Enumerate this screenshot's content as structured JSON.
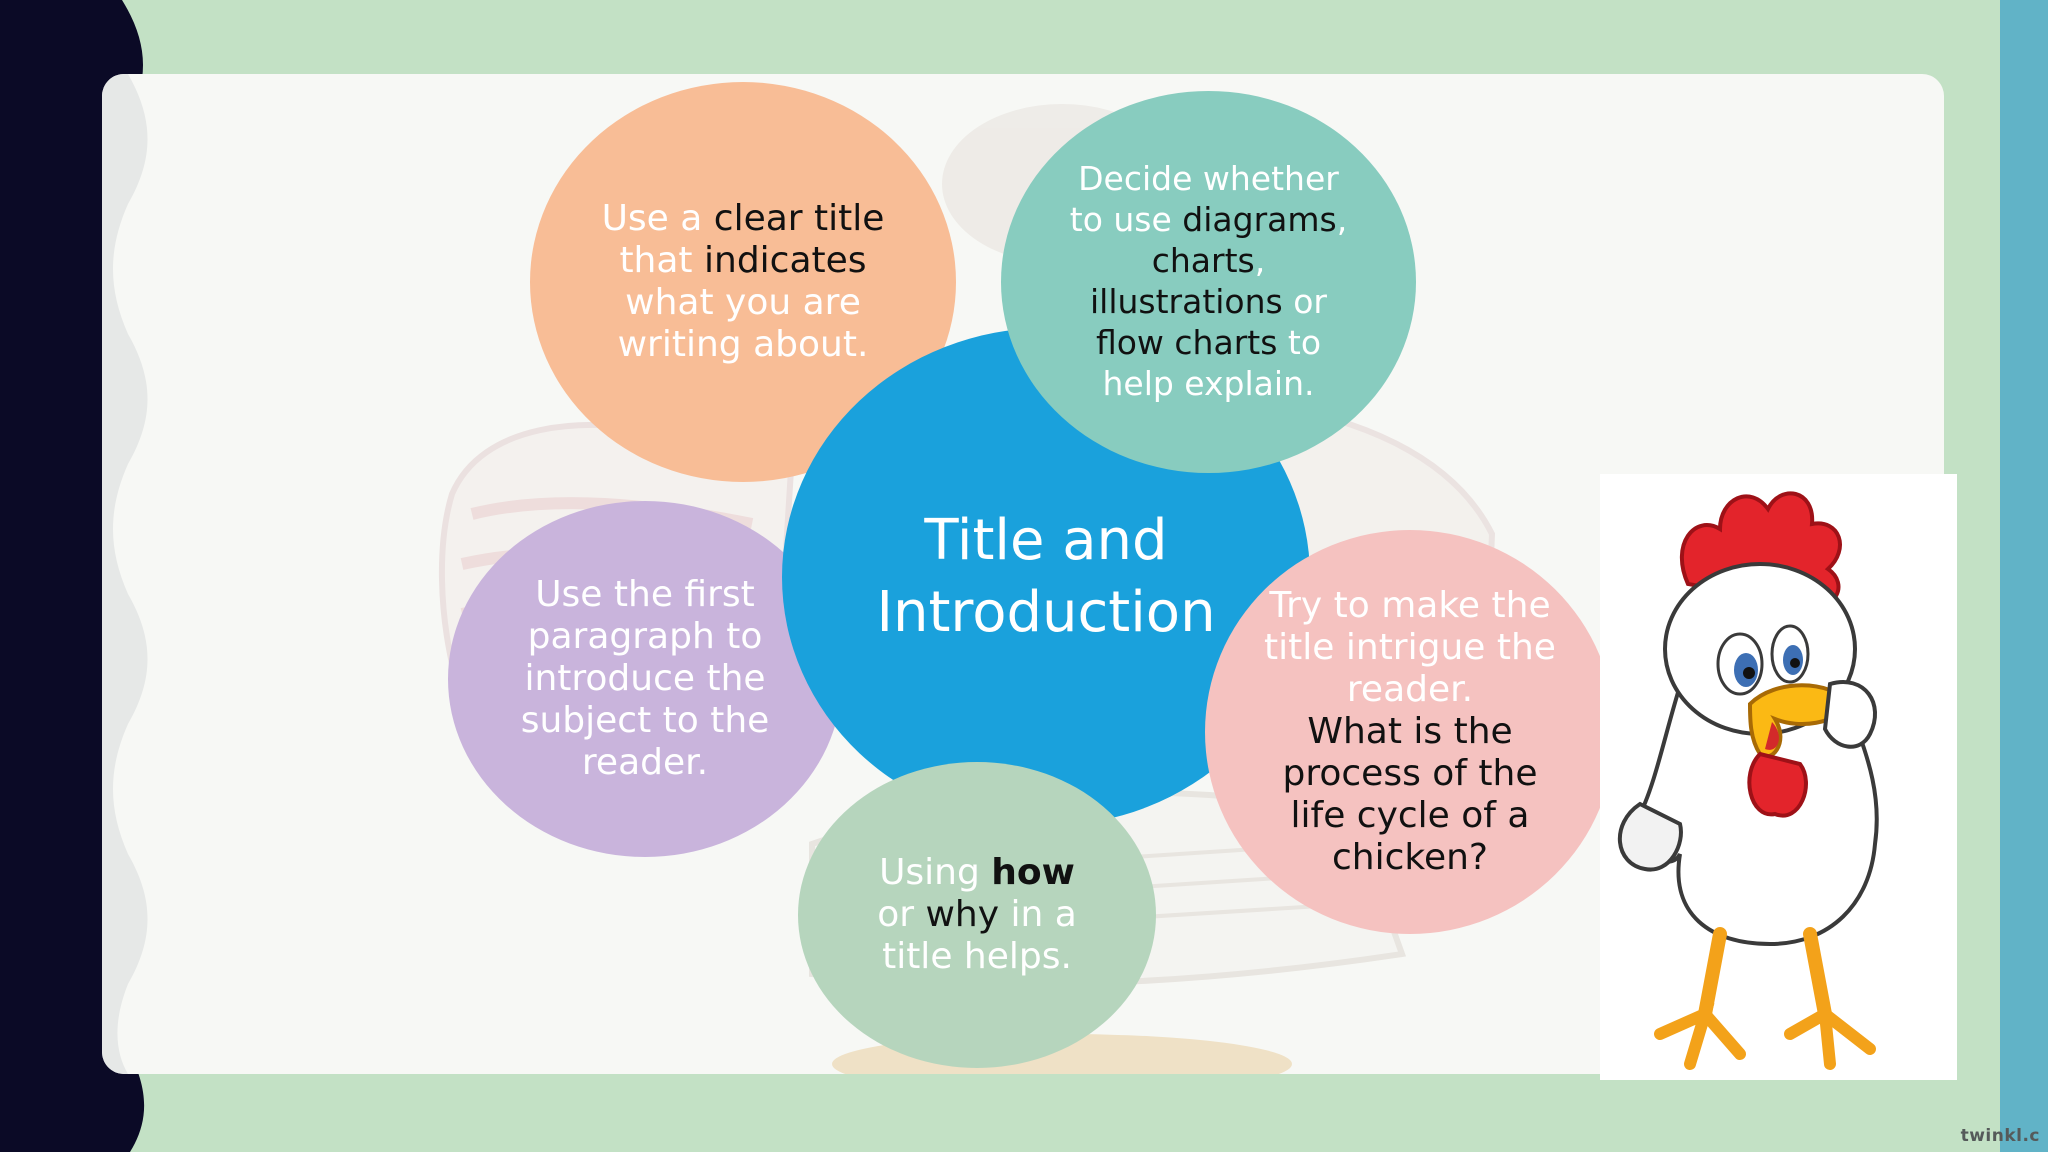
{
  "slide": {
    "center": {
      "line1": "Title and",
      "line2": "Introduction"
    },
    "bubble_orange": {
      "t1": "Use a ",
      "t2": "clear title",
      "t3": "that ",
      "t4": "indicates",
      "t5": "what you are",
      "t6": "writing about."
    },
    "bubble_teal": {
      "t1": "Decide whether",
      "t2": "to use ",
      "t3": "diagrams",
      "t4": ",",
      "t5": "charts",
      "t6": ",",
      "t7": "illustrations",
      "t8": " or",
      "t9": "flow charts",
      "t10": " to",
      "t11": "help explain."
    },
    "bubble_purple": {
      "t1": "Use the first",
      "t2": "paragraph to",
      "t3": "introduce the",
      "t4": "subject to the",
      "t5": "reader."
    },
    "bubble_sage": {
      "t1": "Using ",
      "t2": "how",
      "t3": "or ",
      "t4": "why",
      "t5": " in a",
      "t6": "title helps."
    },
    "bubble_pink": {
      "t1": "Try to make the",
      "t2": "title intrigue the",
      "t3": "reader.",
      "t4": "What is the",
      "t5": "process of the",
      "t6": "life cycle of a",
      "t7": "chicken?"
    },
    "watermark": "twinkl.c"
  },
  "colors": {
    "background": "#c3e1c5",
    "left_band": "#0b0a26",
    "right_band": "#61b3c7",
    "panel": "#f7f8f5",
    "center": "#1aa1dc",
    "orange": "#f8bd96",
    "teal": "#88ccbf",
    "purple": "#c9b4dc",
    "sage": "#b6d5bd",
    "pink": "#f5c2c0"
  },
  "icons": {
    "illustration": "cartoon-chicken-icon",
    "background_art": "faded-boy-reading-icon"
  }
}
